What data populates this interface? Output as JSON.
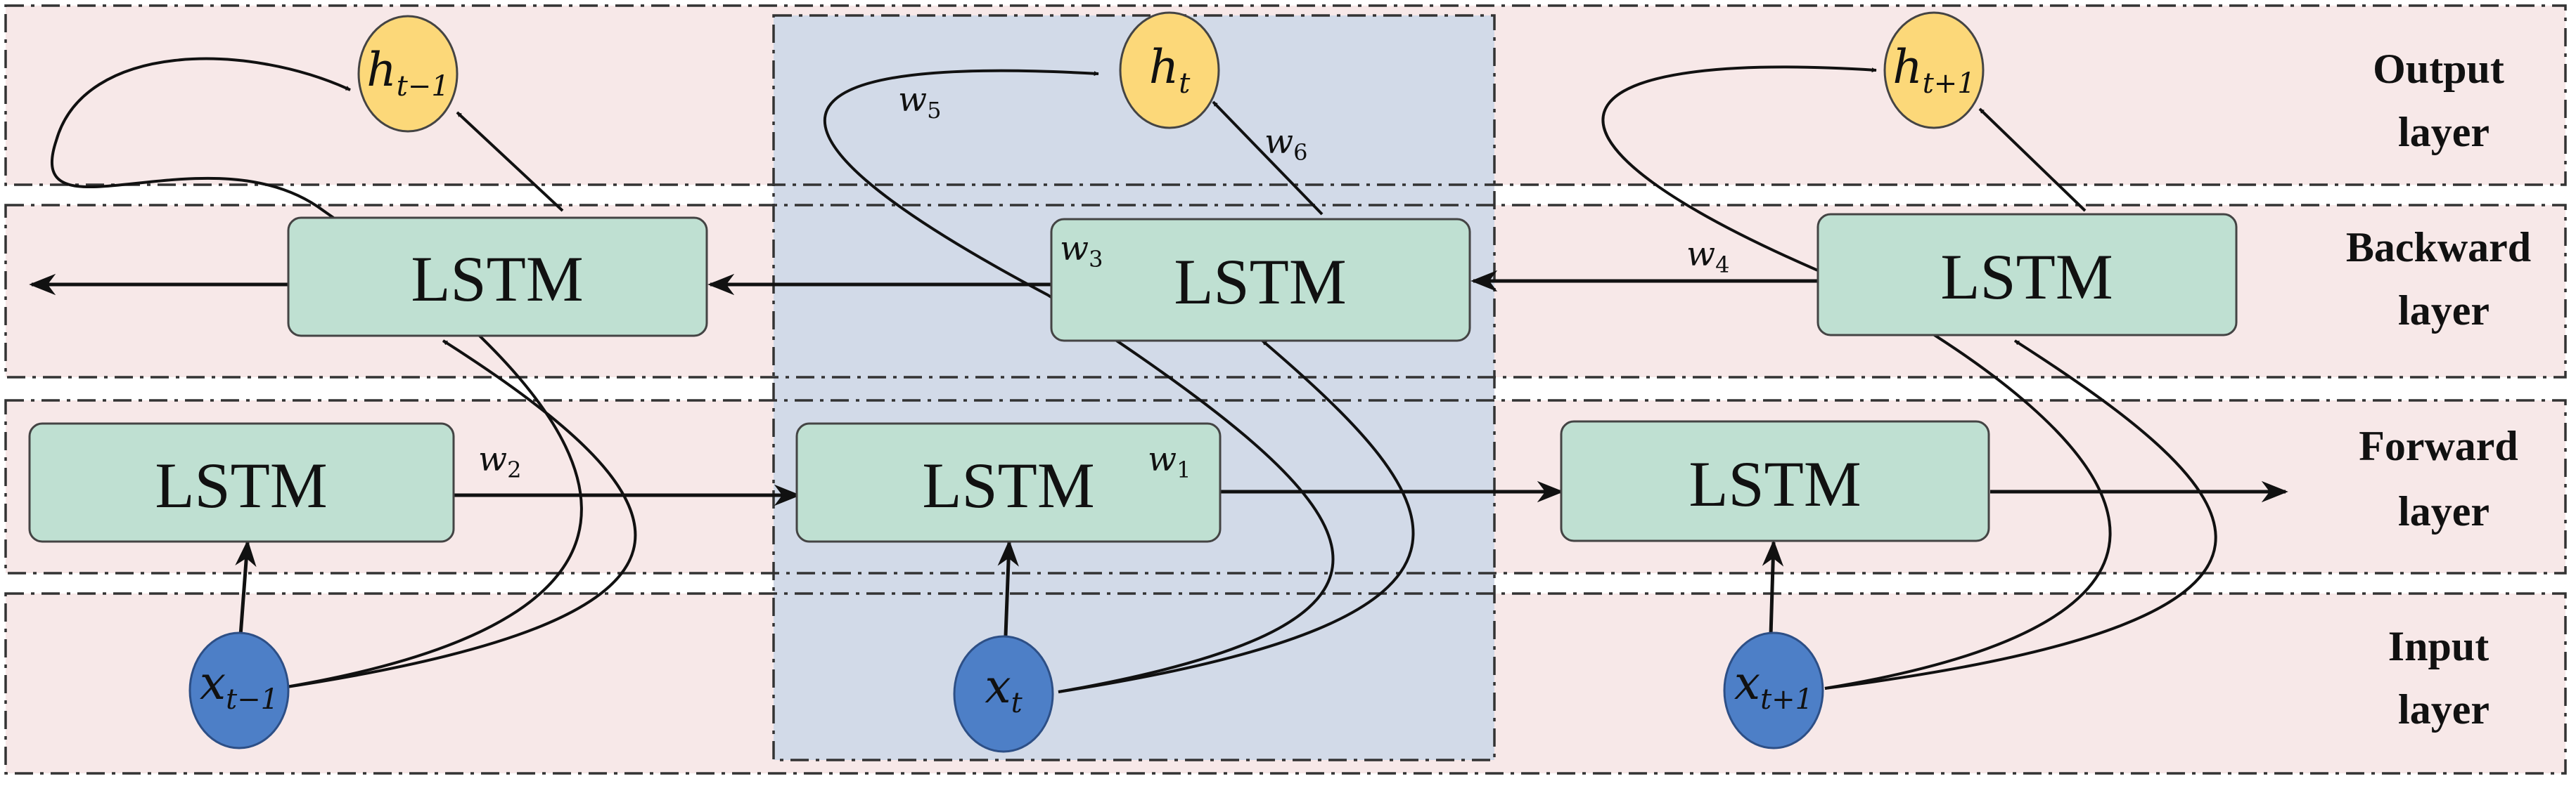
{
  "layers": {
    "output": [
      "Output",
      "layer"
    ],
    "backward": [
      "Backward",
      "layer"
    ],
    "forward": [
      "Forward",
      "layer"
    ],
    "input": [
      "Input",
      "layer"
    ]
  },
  "cell_label": "LSTM",
  "outputs": [
    {
      "var": "h",
      "sub": "t−1"
    },
    {
      "var": "h",
      "sub": "t"
    },
    {
      "var": "h",
      "sub": "t+1"
    }
  ],
  "inputs": [
    {
      "var": "x",
      "sub": "t−1"
    },
    {
      "var": "x",
      "sub": "t"
    },
    {
      "var": "x",
      "sub": "t+1"
    }
  ],
  "weights": {
    "w1": {
      "var": "w",
      "sub": "1"
    },
    "w2": {
      "var": "w",
      "sub": "2"
    },
    "w3": {
      "var": "w",
      "sub": "3"
    },
    "w4": {
      "var": "w",
      "sub": "4"
    },
    "w5": {
      "var": "w",
      "sub": "5"
    },
    "w6": {
      "var": "w",
      "sub": "6"
    }
  },
  "colors": {
    "band": "#f7e8e8",
    "highlight": "#d2dae8",
    "cell_fill": "#bfe0d2",
    "cell_stroke": "#444444",
    "output_fill": "#fcd879",
    "input_fill": "#4d7fc7",
    "line": "#111111"
  }
}
